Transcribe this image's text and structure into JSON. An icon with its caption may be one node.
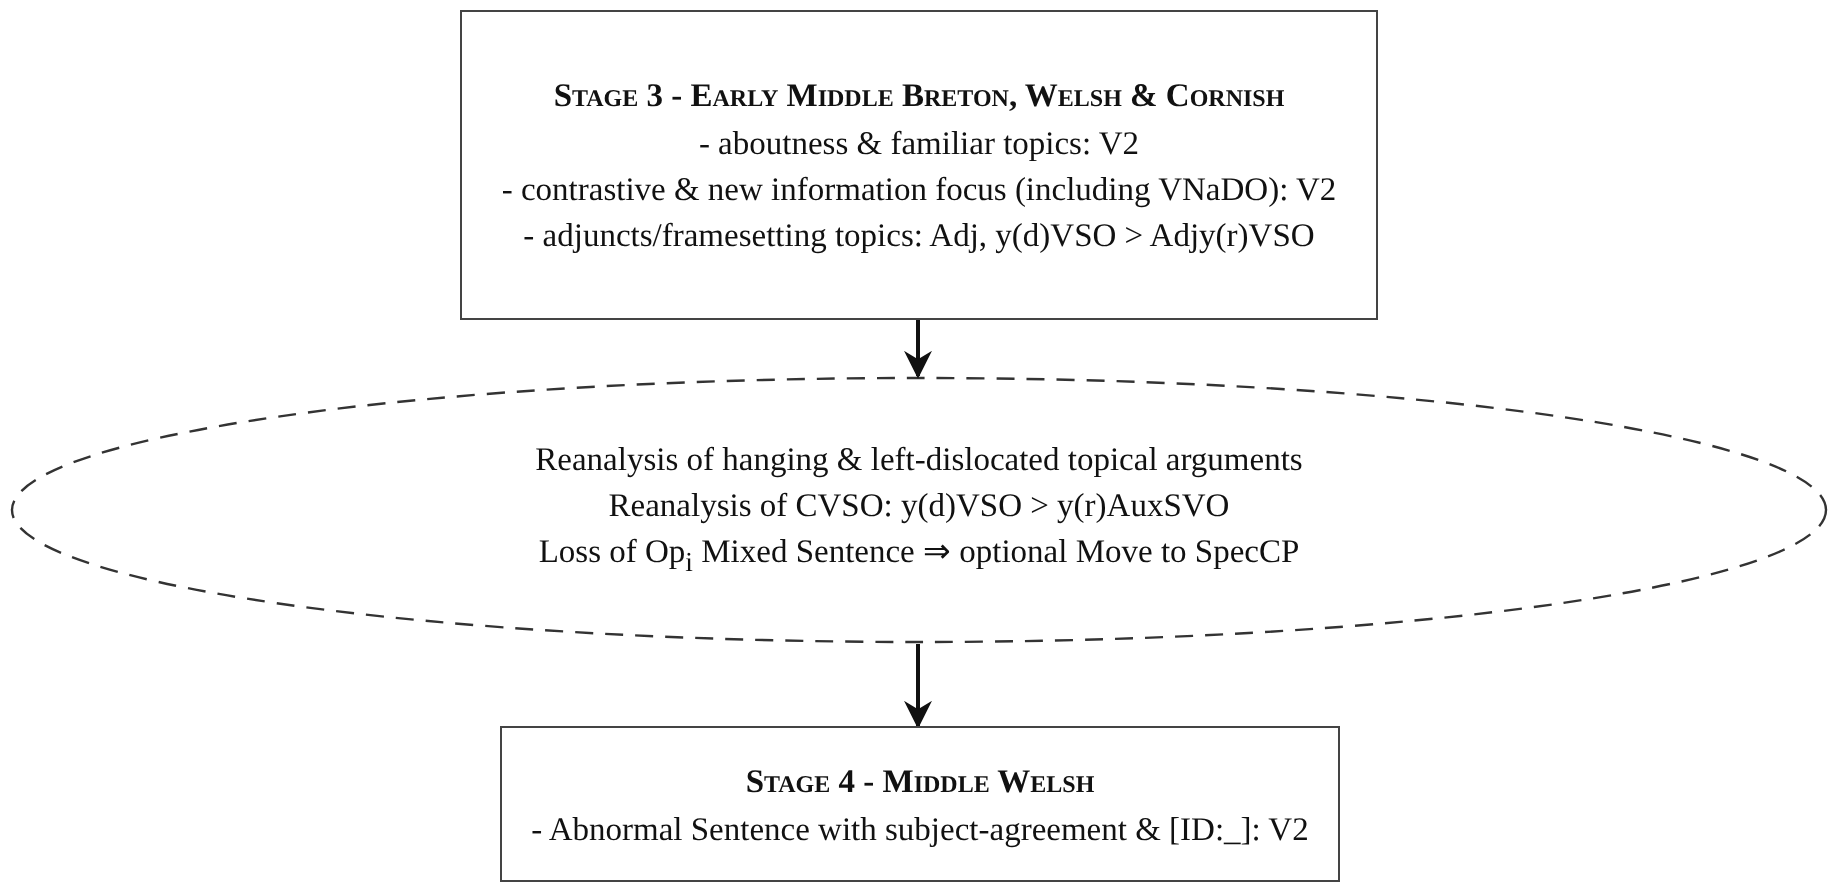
{
  "diagram": {
    "nodes": [
      {
        "text": [
          "Stage 3 - Early Middle Breton, Welsh & Cornish",
          "- aboutness & familiar topics: V2",
          "- contrastive & new information focus (including VNaDO): V2",
          "- adjuncts/framesetting topics: Adj, y(d)VSO > Adjy(r)VSO"
        ]
      },
      {
        "text": [
          "Reanalysis of hanging & left-dislocated topical arguments",
          "Reanalysis of CVSO: y(d)VSO > y(r)AuxSVO",
          "Loss of Op$_{i}$ Mixed Sentence ⇒ optional Move to SpecCP"
        ]
      },
      {
        "text": [
          "Stage 4 - Middle Welsh",
          "- Abnormal Sentence with subject-agreement & [ID:_]: V2"
        ]
      }
    ],
    "edges": [
      {
        "from": 0,
        "to": 1,
        "arrow": "to"
      },
      {
        "from": 1,
        "to": 2,
        "arrow": "to"
      }
    ]
  }
}
